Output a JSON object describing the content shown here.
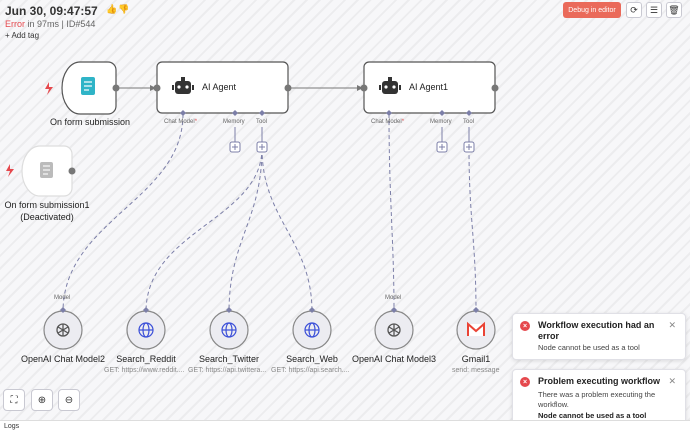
{
  "header": {
    "title": "Jun 30, 09:47:57",
    "status": "Error",
    "duration": " in 97ms | ID#544",
    "add_tag": "+ Add tag",
    "debug_label": "Debug in editor"
  },
  "nodes": {
    "form_submission": "On form submission",
    "form_submission1_line1": "On form submission1",
    "form_submission1_line2": "(Deactivated)",
    "agent": "AI Agent",
    "agent1": "AI Agent1",
    "chat_model2": "OpenAI Chat Model2",
    "search_reddit": "Search_Reddit",
    "search_reddit_sub": "GET: https://www.reddit....",
    "search_twitter": "Search_Twitter",
    "search_twitter_sub": "GET: https://api.twittera...",
    "search_web": "Search_Web",
    "search_web_sub": "GET: https://api.search....",
    "chat_model3": "OpenAI Chat Model3",
    "gmail": "Gmail1",
    "gmail_sub": "send: message"
  },
  "ports": {
    "chat_model": "Chat Model",
    "required": "*",
    "memory": "Memory",
    "tool": "Tool",
    "model": "Model"
  },
  "toasts": [
    {
      "title": "Workflow execution had an error",
      "body": "Node cannot be used as a tool"
    },
    {
      "title": "Problem executing workflow",
      "body": "There was a problem executing the workflow.",
      "detail": "Node cannot be used as a tool"
    }
  ],
  "footer": {
    "logs": "Logs"
  },
  "colors": {
    "error": "#e5484d",
    "debug_button": "#ea6a5a",
    "connection": "#7c7fa8"
  }
}
